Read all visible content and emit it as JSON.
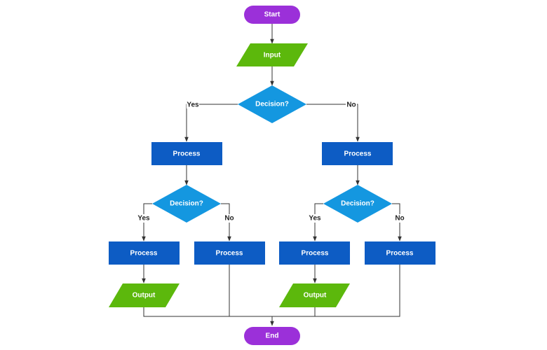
{
  "colors": {
    "terminal": "#9b30d9",
    "io": "#5cb80c",
    "decision": "#1497e0",
    "process": "#0d5cc4",
    "edge": "#333333"
  },
  "nodes": {
    "start": {
      "label": "Start",
      "shape": "terminal"
    },
    "input": {
      "label": "Input",
      "shape": "io"
    },
    "decision_main": {
      "label": "Decision?",
      "shape": "decision"
    },
    "process_left": {
      "label": "Process",
      "shape": "process"
    },
    "process_right": {
      "label": "Process",
      "shape": "process"
    },
    "decision_left": {
      "label": "Decision?",
      "shape": "decision"
    },
    "decision_right": {
      "label": "Decision?",
      "shape": "decision"
    },
    "process_ll": {
      "label": "Process",
      "shape": "process"
    },
    "process_lr": {
      "label": "Process",
      "shape": "process"
    },
    "process_rl": {
      "label": "Process",
      "shape": "process"
    },
    "process_rr": {
      "label": "Process",
      "shape": "process"
    },
    "output_left": {
      "label": "Output",
      "shape": "io"
    },
    "output_right": {
      "label": "Output",
      "shape": "io"
    },
    "end": {
      "label": "End",
      "shape": "terminal"
    }
  },
  "edge_labels": {
    "main_yes": "Yes",
    "main_no": "No",
    "left_yes": "Yes",
    "left_no": "No",
    "right_yes": "Yes",
    "right_no": "No"
  }
}
